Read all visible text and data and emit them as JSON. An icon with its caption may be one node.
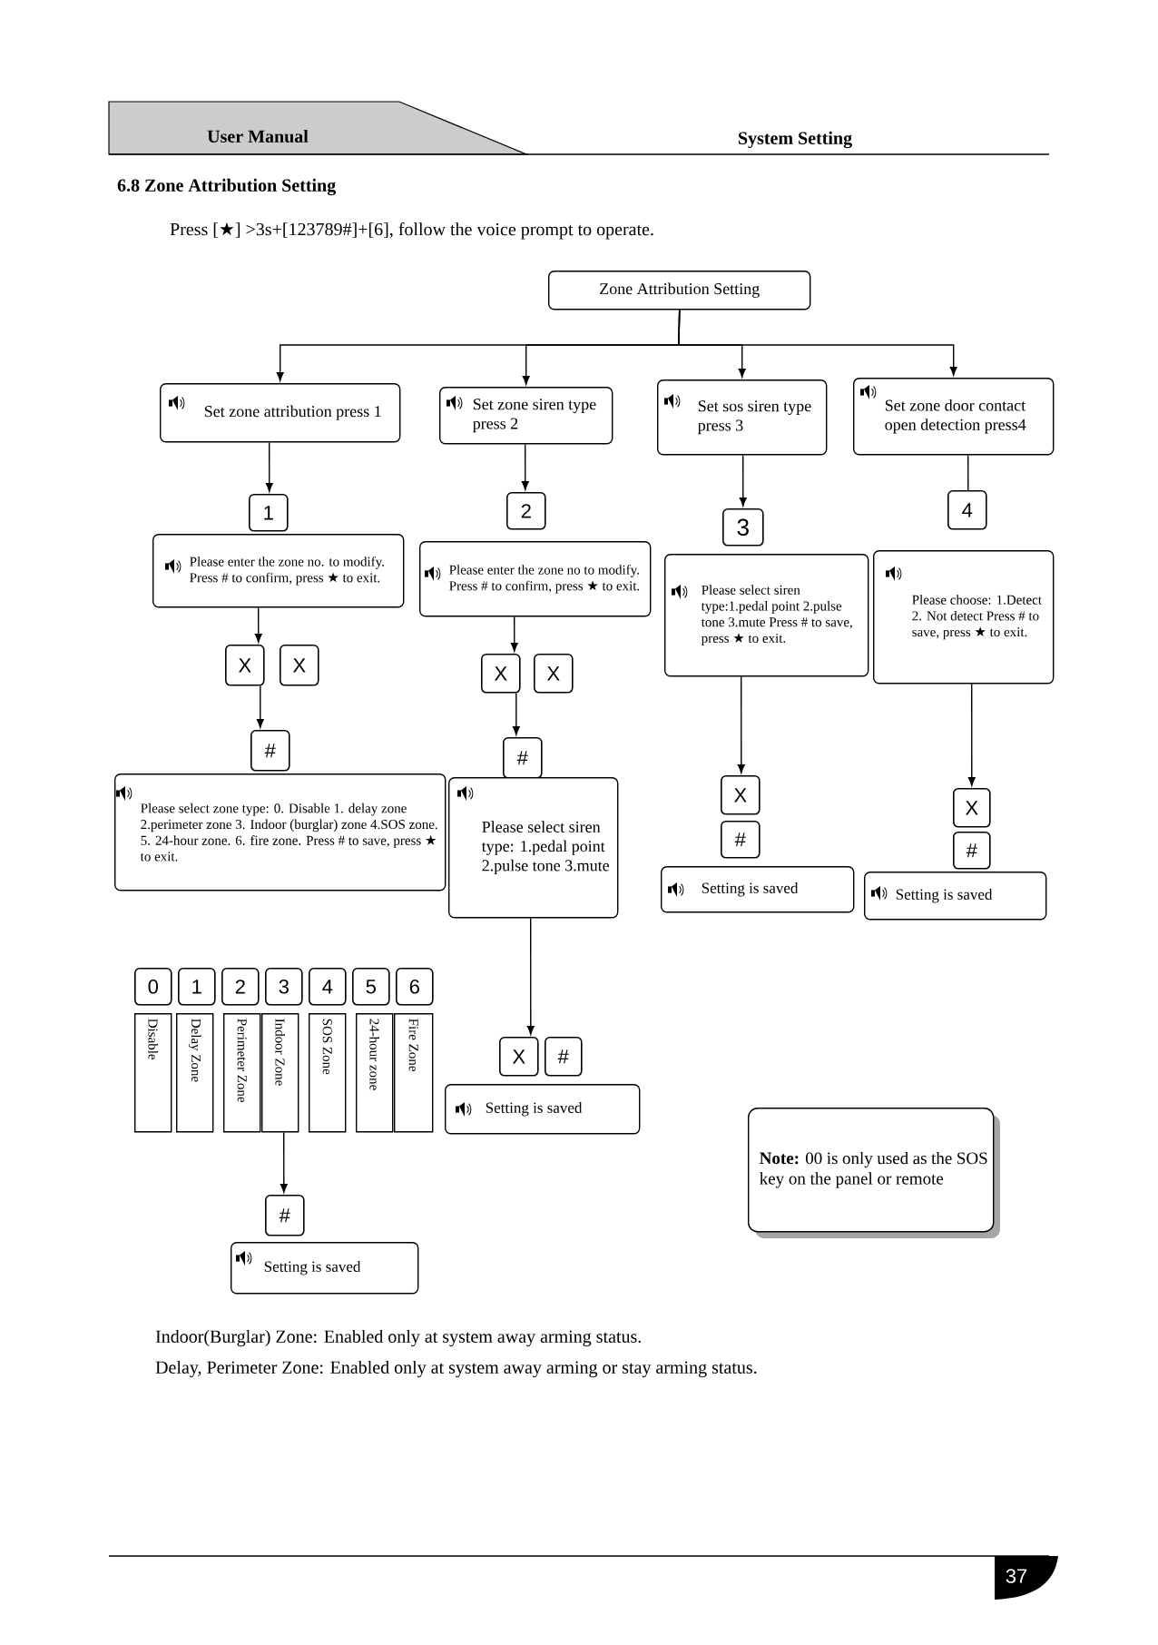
{
  "diagram": {
    "title": "6.8 Zone Attribution Setting",
    "nodes": [
      {
        "text": [
          "Zone Attribution Setting"
        ]
      },
      {
        "text": [
          "Set zone attribution press 1"
        ]
      },
      {
        "text": [
          "Set zone siren type press 2"
        ]
      },
      {
        "text": [
          "Set sos siren type press 3"
        ]
      },
      {
        "text": [
          "Set zone door contact open detection press4"
        ]
      },
      {
        "text": [
          "1"
        ]
      },
      {
        "text": [
          "Please enter the zone no. to modify. Press # to confirm, press ★ to exit."
        ]
      },
      {
        "text": [
          "2"
        ]
      },
      {
        "text": [
          "Please enter the zone no to modify. Press # to confirm, press ★ to exit."
        ]
      },
      {
        "text": [
          "3"
        ]
      },
      {
        "text": [
          "Please select siren type:1.pedal point 2.pulse tone 3.mute Press # to save, press ★ to exit."
        ]
      },
      {
        "text": [
          "4"
        ]
      },
      {
        "text": [
          "Please choose: 1.Detect 2. Not detect Press # to save, press ★ to exit."
        ]
      },
      {
        "text": [
          "X"
        ]
      },
      {
        "text": [
          "X"
        ]
      },
      {
        "text": [
          "X"
        ]
      },
      {
        "text": [
          "X"
        ]
      },
      {
        "text": [
          "#"
        ]
      },
      {
        "text": [
          "Please select zone type: 0. Disable 1. delay zone 2.perimeter zone 3. Indoor (burglar) zone 4.SOS zone. 5. 24-hour zone. 6. fire zone. Press # to save, press ★ to exit."
        ]
      },
      {
        "text": [
          "#"
        ]
      },
      {
        "text": [
          "Please select siren type: 1.pedal point 2.pulse tone 3.mute"
        ]
      },
      {
        "text": [
          "X"
        ]
      },
      {
        "text": [
          "#"
        ]
      },
      {
        "text": [
          "Setting is saved"
        ]
      },
      {
        "text": [
          "X"
        ]
      },
      {
        "text": [
          "#"
        ]
      },
      {
        "text": [
          "Setting is saved"
        ]
      },
      {
        "text": [
          "0"
        ]
      },
      {
        "text": [
          "1"
        ]
      },
      {
        "text": [
          "2"
        ]
      },
      {
        "text": [
          "3"
        ]
      },
      {
        "text": [
          "4"
        ]
      },
      {
        "text": [
          "5"
        ]
      },
      {
        "text": [
          "6"
        ]
      },
      {
        "text": [
          "Disable"
        ]
      },
      {
        "text": [
          "Delay Zone"
        ]
      },
      {
        "text": [
          "Perimeter Zone"
        ]
      },
      {
        "text": [
          "Indoor Zone"
        ]
      },
      {
        "text": [
          "SOS Zone"
        ]
      },
      {
        "text": [
          "24-hour zone"
        ]
      },
      {
        "text": [
          "Fire Zone"
        ]
      },
      {
        "text": [
          "#"
        ]
      },
      {
        "text": [
          "Setting is saved"
        ]
      },
      {
        "text": [
          "X"
        ]
      },
      {
        "text": [
          "#"
        ]
      },
      {
        "text": [
          "Setting is saved"
        ]
      },
      {
        "text": [
          "**Note:** 00 is only used as the SOS key on the panel or remote"
        ]
      }
    ],
    "edges": [
      {
        "from": 0,
        "to": 1,
        "arrow": "to"
      },
      {
        "from": 0,
        "to": 2,
        "arrow": "to"
      },
      {
        "from": 0,
        "to": 3,
        "arrow": "to"
      },
      {
        "from": 0,
        "to": 4,
        "arrow": "to"
      },
      {
        "from": 1,
        "to": 5,
        "arrow": "to"
      },
      {
        "from": 2,
        "to": 7,
        "arrow": "to"
      },
      {
        "from": 3,
        "to": 9,
        "arrow": "to"
      },
      {
        "from": 4,
        "to": 11,
        "arrow": "none"
      },
      {
        "from": 6,
        "to": 13,
        "arrow": "to"
      },
      {
        "from": 13,
        "to": 17,
        "arrow": "to"
      },
      {
        "from": 8,
        "to": 15,
        "arrow": "to"
      },
      {
        "from": 15,
        "to": 19,
        "arrow": "to"
      },
      {
        "from": 10,
        "to": 21,
        "arrow": "to"
      },
      {
        "from": 12,
        "to": 24,
        "arrow": "to"
      },
      {
        "from": 20,
        "to": 43,
        "arrow": "to"
      },
      {
        "from": 37,
        "to": 41,
        "arrow": "to"
      }
    ],
    "labels": [
      "User Manual",
      "System Setting",
      "Press [★] >3s+[123789#]+[6], follow the voice prompt to operate.",
      "Indoor(Burglar) Zone: Enabled only at system away arming status.",
      "Delay, Perimeter Zone: Enabled only at system away arming or stay arming status.",
      "37"
    ]
  }
}
